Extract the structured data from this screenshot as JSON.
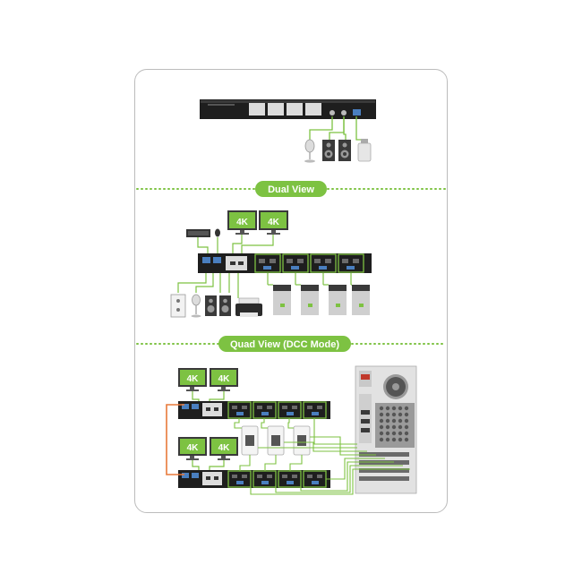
{
  "sections": {
    "dual_view": {
      "label": "Dual View"
    },
    "quad_view": {
      "label": "Quad View (DCC Mode)"
    }
  },
  "monitor_badge": "4K",
  "colors": {
    "accent_green": "#7dc242",
    "orange_cable": "#e8793a",
    "device_black": "#1e1e1e",
    "port_grey": "#6a6a6a",
    "card_border": "#bcbcbc"
  },
  "icons": [
    "kvm-switch-icon",
    "monitor-icon",
    "keyboard-icon",
    "mouse-icon",
    "microphone-icon",
    "speaker-icon",
    "usb-drive-icon",
    "printer-icon",
    "pc-tower-icon",
    "power-outlet-icon",
    "power-adapter-icon",
    "desktop-tower-icon"
  ]
}
